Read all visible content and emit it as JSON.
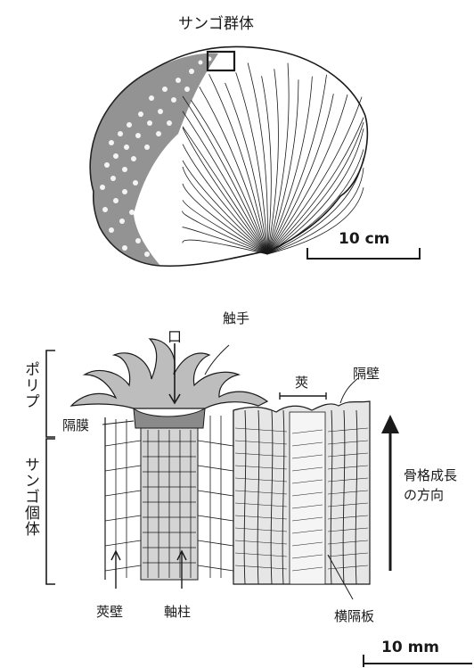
{
  "top": {
    "title": "サンゴ群体",
    "scale_label": "10 cm"
  },
  "bottom": {
    "labels": {
      "tentacle": "触手",
      "mouth": "口",
      "calyx": "莢",
      "septum": "隔壁",
      "mesentery": "隔膜",
      "theca": "莢壁",
      "columella": "軸柱",
      "dissepiment": "横隔板",
      "growth_direction": "骨格成長の方向",
      "polyp": "ポリプ",
      "corallite": "サンゴ個体"
    },
    "scale_label": "10 mm"
  },
  "colors": {
    "ink": "#1a1a1a",
    "tissue": "#bdbdbd",
    "tissue_dark": "#8a8a8a",
    "skeleton_shade": "#d4d4d4"
  }
}
